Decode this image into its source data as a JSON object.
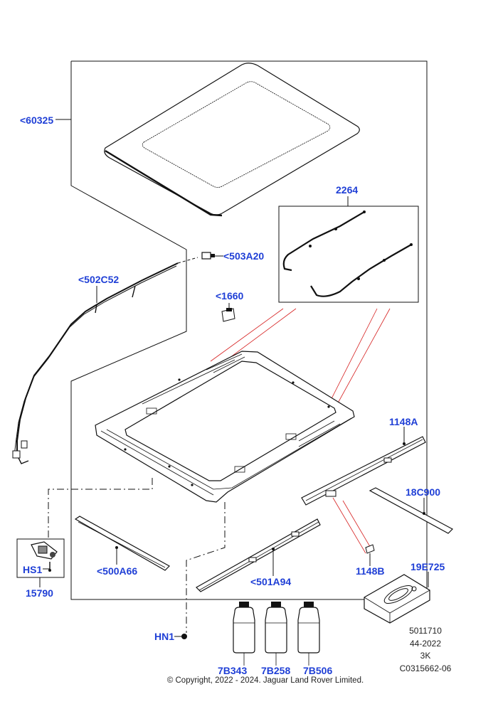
{
  "labels": {
    "roof_panel": "<60325",
    "wiring_harness": "<502C52",
    "connector": "<503A20",
    "clip": "<1660",
    "drain_tubes": "2264",
    "trim_1148a": "1148A",
    "seal_18c900": "18C900",
    "seal_1148b": "1148B",
    "repair_kit": "19E725",
    "rail_left": "<500A66",
    "rail_right": "<501A94",
    "motor_hs1": "HS1",
    "motor_15790": "15790",
    "screw_hn1": "HN1",
    "bottle_1": "7B343",
    "bottle_2": "7B258",
    "bottle_3": "7B506"
  },
  "meta": {
    "drawing_no": "5011710",
    "date": "44-2022",
    "rev": "3K",
    "ref": "C0315662-06"
  },
  "copyright": "© Copyright, 2022 - 2024. Jaguar Land Rover Limited.",
  "colors": {
    "callout": "#1f3fd6",
    "leader_red": "#d62020",
    "line": "#111111"
  }
}
